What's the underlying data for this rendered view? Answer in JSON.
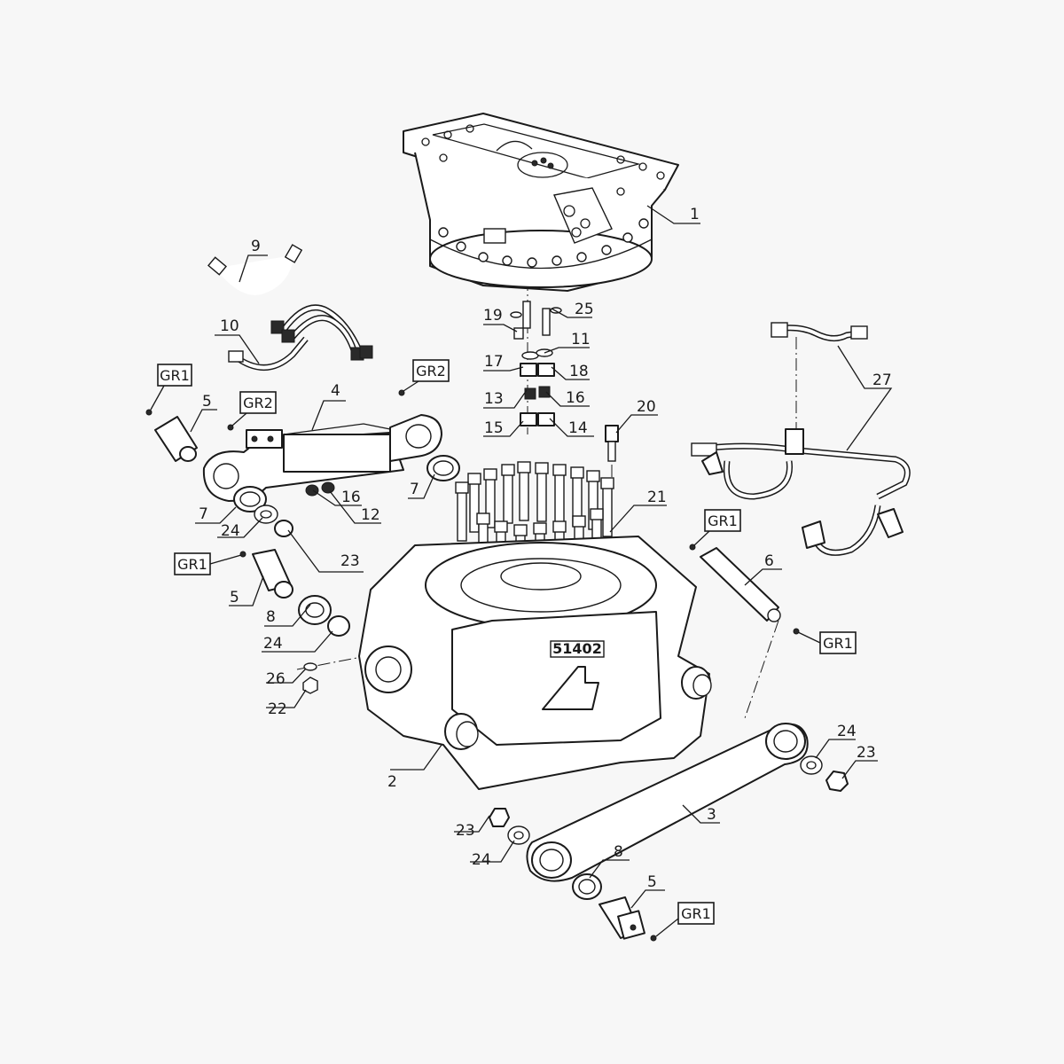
{
  "diagram": {
    "plate_text": "51402",
    "callouts": [
      {
        "id": "c1",
        "text": "1"
      },
      {
        "id": "c2",
        "text": "2"
      },
      {
        "id": "c3",
        "text": "3"
      },
      {
        "id": "c4",
        "text": "4"
      },
      {
        "id": "c5a",
        "text": "5"
      },
      {
        "id": "c5b",
        "text": "5"
      },
      {
        "id": "c5c",
        "text": "5"
      },
      {
        "id": "c6",
        "text": "6"
      },
      {
        "id": "c7a",
        "text": "7"
      },
      {
        "id": "c7b",
        "text": "7"
      },
      {
        "id": "c8a",
        "text": "8"
      },
      {
        "id": "c8b",
        "text": "8"
      },
      {
        "id": "c9",
        "text": "9"
      },
      {
        "id": "c10",
        "text": "10"
      },
      {
        "id": "c11",
        "text": "11"
      },
      {
        "id": "c12",
        "text": "12"
      },
      {
        "id": "c13",
        "text": "13"
      },
      {
        "id": "c14",
        "text": "14"
      },
      {
        "id": "c15",
        "text": "15"
      },
      {
        "id": "c16a",
        "text": "16"
      },
      {
        "id": "c16b",
        "text": "16"
      },
      {
        "id": "c17",
        "text": "17"
      },
      {
        "id": "c18",
        "text": "18"
      },
      {
        "id": "c19",
        "text": "19"
      },
      {
        "id": "c20",
        "text": "20"
      },
      {
        "id": "c21",
        "text": "21"
      },
      {
        "id": "c22",
        "text": "22"
      },
      {
        "id": "c23a",
        "text": "23"
      },
      {
        "id": "c23b",
        "text": "23"
      },
      {
        "id": "c23c",
        "text": "23"
      },
      {
        "id": "c24a",
        "text": "24"
      },
      {
        "id": "c24b",
        "text": "24"
      },
      {
        "id": "c24c",
        "text": "24"
      },
      {
        "id": "c24d",
        "text": "24"
      },
      {
        "id": "c25",
        "text": "25"
      },
      {
        "id": "c26",
        "text": "26"
      },
      {
        "id": "c27",
        "text": "27"
      }
    ],
    "group_refs": [
      {
        "id": "gr1a",
        "text": "GR1"
      },
      {
        "id": "gr2a",
        "text": "GR2"
      },
      {
        "id": "gr2b",
        "text": "GR2"
      },
      {
        "id": "gr1b",
        "text": "GR1"
      },
      {
        "id": "gr1c",
        "text": "GR1"
      },
      {
        "id": "gr1d",
        "text": "GR1"
      },
      {
        "id": "gr1e",
        "text": "GR1"
      }
    ]
  }
}
